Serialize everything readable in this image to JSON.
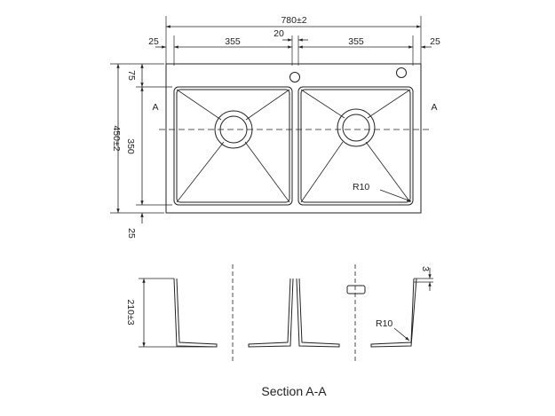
{
  "drawing": {
    "top_view": {
      "overall_width": "780±2",
      "left_margin": "25",
      "right_margin": "25",
      "bowl_width_left": "355",
      "bowl_width_right": "355",
      "center_divider": "20",
      "overall_depth": "450±2",
      "top_margin": "75",
      "bowl_depth": "350",
      "bottom_margin": "25",
      "section_marker_left": "A",
      "section_marker_right": "A",
      "corner_radius": "R10"
    },
    "section_view": {
      "depth": "210±3",
      "thickness": "3",
      "corner_radius": "R10",
      "caption": "Section A-A"
    }
  }
}
